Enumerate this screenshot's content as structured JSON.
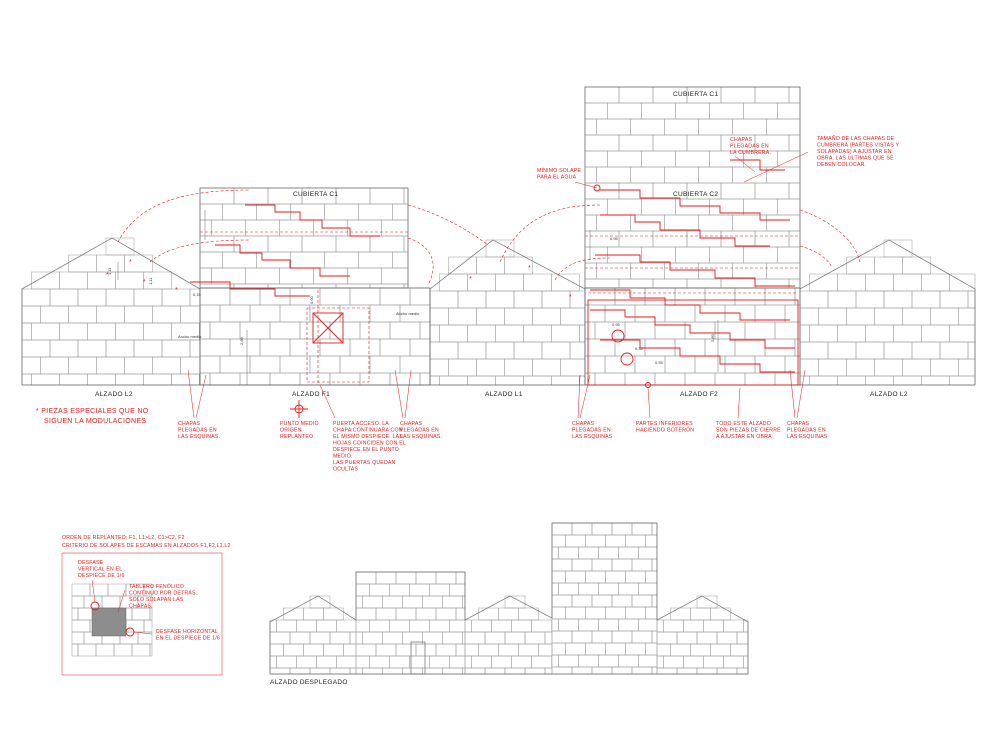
{
  "elevations": {
    "l2_left": "ALZADO L2",
    "f1": "ALZADO F1",
    "l1": "ALZADO L1",
    "f2": "ALZADO F2",
    "l2_right": "ALZADO L2"
  },
  "roofs": {
    "c1_left": "CUBIERTA C1",
    "c1_tower": "CUBIERTA C1",
    "c2_tower": "CUBIERTA C2"
  },
  "legend": {
    "line1": "* PIEZAS ESPECIALES QUE NO",
    "line2": "SIGUEN LA MODULACIONES"
  },
  "notes": {
    "chapas_esq_1": [
      "CHAPAS",
      "PLEGADAS EN",
      "LAS ESQUINAS."
    ],
    "punto_medio": [
      "PUNTO MEDIO",
      "ORIGEN",
      "REPLANTEO"
    ],
    "puerta": [
      "PUERTA ACCESO. LA",
      "CHAPA CONTINUARA CON",
      "EL MISMO DESPIECE. LAS",
      "HOJAS COINCIDEN CON EL",
      "DESPIECE EN EL PUNTO",
      "MEDIO.",
      "LAS PUERTAS QUEDAN",
      "OCULTAS"
    ],
    "chapas_esq_2": [
      "CHAPAS",
      "PLEGADAS EN",
      "LAS ESQUINAS."
    ],
    "chapas_esq_3": [
      "CHAPAS",
      "PLEGADAS EN",
      "LAS ESQUINAS"
    ],
    "partes_inferiores": [
      "PARTES INFERIORES",
      "HACIENDO GOTERÓN"
    ],
    "todo_este": [
      "TODO ESTE ALZADO",
      "SON PIEZAS DE CIERRE",
      "A AJUSTAR EN OBRA"
    ],
    "chapas_esq_4": [
      "CHAPAS",
      "PLEGADAS EN",
      "LAS ESQUINAS"
    ],
    "minimo_solape": [
      "MÍNIMO SOLAPE",
      "PARA EL AGUA"
    ],
    "chapas_cumbrera": [
      "CHAPAS",
      "PLEGADAS EN",
      "LA CUMBRERA."
    ],
    "tamano": [
      "TAMAÑO DE LAS CHAPAS DE",
      "CUMBRERA (PARTES VISTAS Y",
      "SOLAPADAS) A AJUSTAR EN",
      "OBRA. LAS ULTIMAS QUE SE",
      "DEBEN COLOCAR."
    ]
  },
  "dims": {
    "d1": "1,11",
    "d2": "1,11",
    "d3": "0,15",
    "d4": "0,60",
    "d5": "2,89",
    "d6": "0,95",
    "d7": "0,95",
    "d8": "2,89",
    "d9": "0,35",
    "d10": "0,55",
    "ancho_a": "Ancho medio",
    "ancho_b": "Ancho medio"
  },
  "detail": {
    "title1": "ORDEN DE REPLANTEO: F1, L1>L2, C1>C2, F2",
    "title2": "CRITERIO DE SOLAPES DE ESCAMAS EN ALZADOS F1,F2,L1,L2",
    "desfase_v": [
      "DESFASE",
      "VERTICAL EN EL",
      "DESPIECE DE 1/6"
    ],
    "tablero": [
      "TABLERO FENÓLICO",
      "CONTINUO POR DETRÁS.",
      "SOLO SOLAPAN LAS",
      "CHAPAS."
    ],
    "desfase_h": [
      "DESFASE HORIZONTAL",
      "EN EL DESPIECE DE 1/6"
    ]
  },
  "unfolded_title": "ALZADO DESPLEGADO",
  "colors": {
    "annotation": "#e31b1b",
    "linework": "#9a9a9a",
    "text": "#222222"
  }
}
